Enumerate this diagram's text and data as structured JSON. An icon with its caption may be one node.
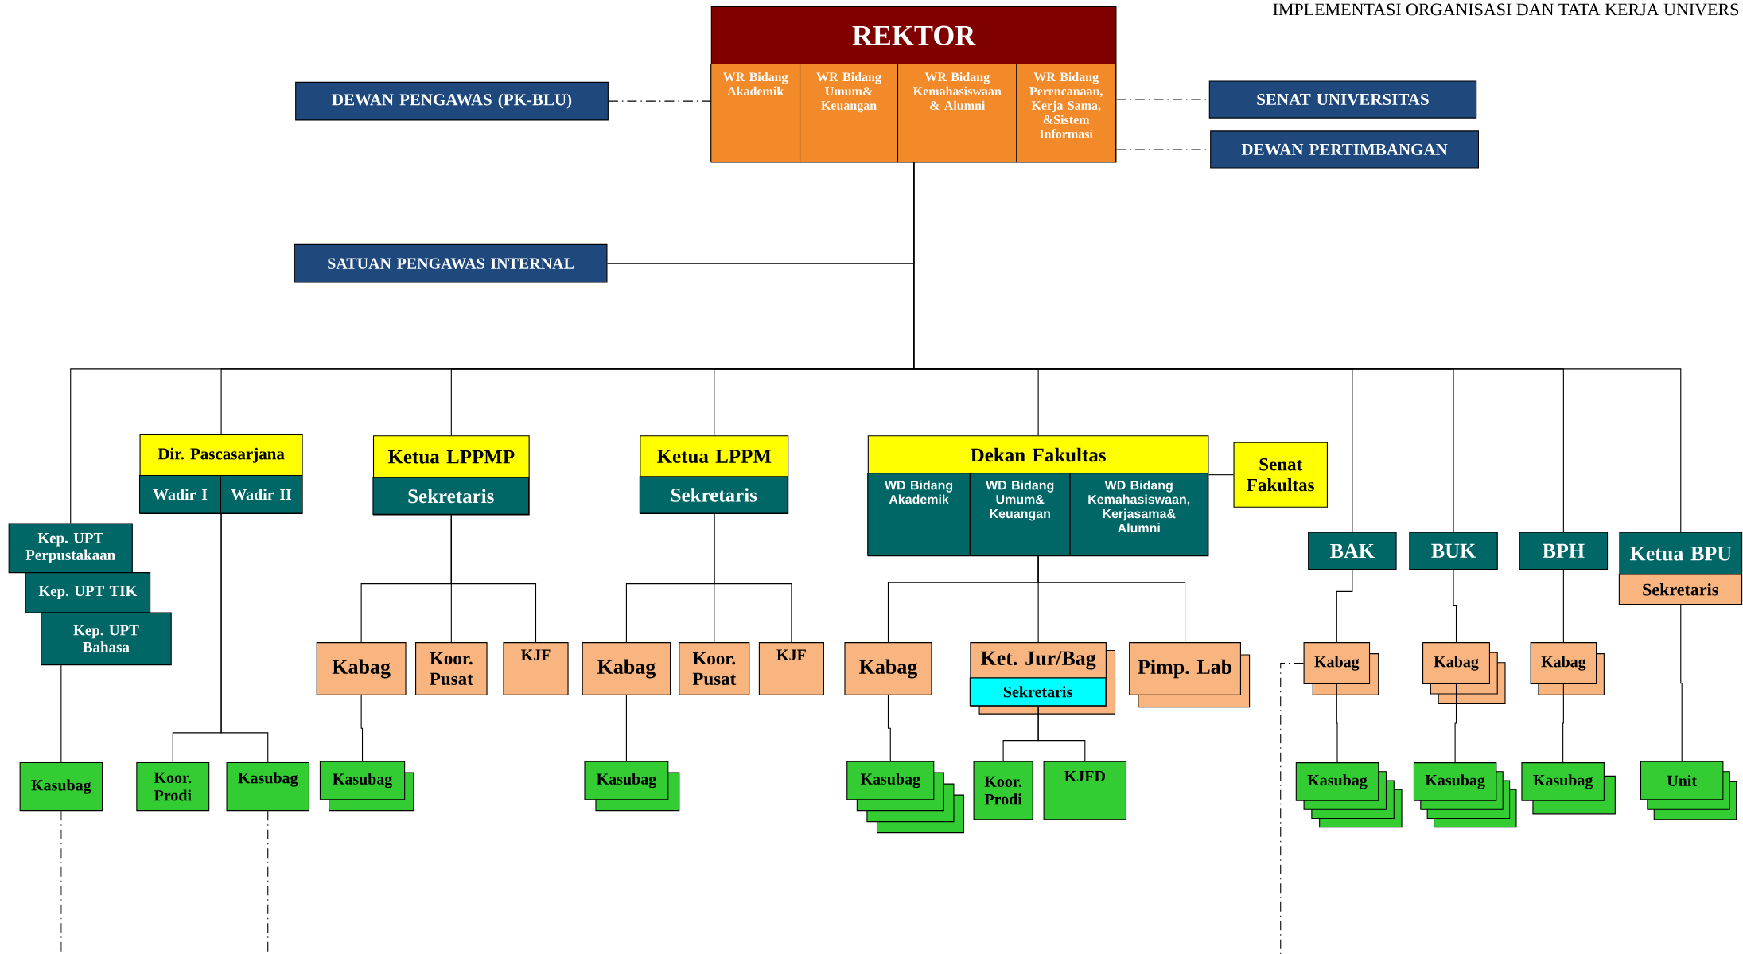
{
  "diagram": {
    "nodes": [
      {
        "text": [
          "REKTOR"
        ]
      },
      {
        "text": [
          "WR Bidang Akademik"
        ],
        "in": 0
      },
      {
        "text": [
          "WR Bidang Umum& Keuangan"
        ],
        "in": 0
      },
      {
        "text": [
          "WR Bidang Kemahasiswaan & Alumni"
        ],
        "in": 0
      },
      {
        "text": [
          "WR Bidang Perencanaan, Kerja Sama, &Sistem Informasi"
        ],
        "in": 0
      },
      {
        "text": [
          "DEWAN PENGAWAS (PK-BLU)"
        ]
      },
      {
        "text": [
          "SENAT UNIVERSITAS"
        ]
      },
      {
        "text": [
          "DEWAN PERTIMBANGAN"
        ]
      },
      {
        "text": [
          "SATUAN PENGAWAS INTERNAL"
        ]
      },
      {
        "text": [
          "Kep. UPT Perpustakaan"
        ]
      },
      {
        "text": [
          "Kep. UPT TIK"
        ]
      },
      {
        "text": [
          "Kep. UPT Bahasa"
        ]
      },
      {
        "text": [
          "Dir. Pascasarjana"
        ]
      },
      {
        "text": [
          "Wadir I"
        ],
        "in": 12
      },
      {
        "text": [
          "Wadir II"
        ],
        "in": 12
      },
      {
        "text": [
          "Ketua LPPMP"
        ]
      },
      {
        "text": [
          "Sekretaris"
        ],
        "in": 15
      },
      {
        "text": [
          "Ketua LPPM"
        ]
      },
      {
        "text": [
          "Sekretaris"
        ],
        "in": 17
      },
      {
        "text": [
          "Dekan Fakultas"
        ]
      },
      {
        "text": [
          "WD Bidang Akademik"
        ],
        "in": 19
      },
      {
        "text": [
          "WD Bidang Umum& Keuangan"
        ],
        "in": 19
      },
      {
        "text": [
          "WD Bidang Kemahasiswaan, Kerjasama& Alumni"
        ],
        "in": 19
      },
      {
        "text": [
          "Senat Fakultas"
        ]
      },
      {
        "text": [
          "BAK"
        ]
      },
      {
        "text": [
          "BUK"
        ]
      },
      {
        "text": [
          "BPH"
        ]
      },
      {
        "text": [
          "Ketua BPU"
        ]
      },
      {
        "text": [
          "Sekretaris"
        ],
        "in": 27
      },
      {
        "text": [
          "Kabag"
        ]
      },
      {
        "text": [
          "Koor. Pusat"
        ]
      },
      {
        "text": [
          "KJF"
        ]
      },
      {
        "text": [
          "Kabag"
        ]
      },
      {
        "text": [
          "Koor. Pusat"
        ]
      },
      {
        "text": [
          "KJF"
        ]
      },
      {
        "text": [
          "Kabag"
        ]
      },
      {
        "text": [
          "Ket. Jur/Bag"
        ]
      },
      {
        "text": [
          "Sekretaris"
        ],
        "in": 36
      },
      {
        "text": [
          "Pimp. Lab"
        ]
      },
      {
        "text": [
          "Kabag"
        ]
      },
      {
        "text": [
          "Kabag"
        ]
      },
      {
        "text": [
          "Kabag"
        ]
      },
      {
        "text": [
          "Kasubag"
        ]
      },
      {
        "text": [
          "Koor. Prodi"
        ]
      },
      {
        "text": [
          "Kasubag"
        ]
      },
      {
        "text": [
          "Kasubag"
        ]
      },
      {
        "text": [
          "Kasubag"
        ]
      },
      {
        "text": [
          "Kasubag"
        ]
      },
      {
        "text": [
          "Koor. Prodi"
        ]
      },
      {
        "text": [
          "KJFD"
        ]
      },
      {
        "text": [
          "Kasubag"
        ]
      },
      {
        "text": [
          "Kasubag"
        ]
      },
      {
        "text": [
          "Kasubag"
        ]
      },
      {
        "text": [
          "Unit"
        ]
      }
    ],
    "edges": [
      {
        "from": 5,
        "to": 0,
        "arrow": "none",
        "style": "dashed"
      },
      {
        "from": 0,
        "to": 6,
        "arrow": "none",
        "style": "dashed"
      },
      {
        "from": 0,
        "to": 7,
        "arrow": "none",
        "style": "dashed"
      },
      {
        "from": 0,
        "to": 8,
        "arrow": "none"
      },
      {
        "from": 0,
        "to": 9,
        "arrow": "none"
      },
      {
        "from": 0,
        "to": 12,
        "arrow": "none"
      },
      {
        "from": 0,
        "to": 15,
        "arrow": "none"
      },
      {
        "from": 0,
        "to": 17,
        "arrow": "none"
      },
      {
        "from": 0,
        "to": 19,
        "arrow": "none"
      },
      {
        "from": 0,
        "to": 24,
        "arrow": "none"
      },
      {
        "from": 0,
        "to": 25,
        "arrow": "none"
      },
      {
        "from": 0,
        "to": 26,
        "arrow": "none"
      },
      {
        "from": 0,
        "to": 27,
        "arrow": "none"
      },
      {
        "from": 11,
        "to": 42,
        "arrow": "none"
      },
      {
        "from": 12,
        "to": 43,
        "arrow": "none"
      },
      {
        "from": 12,
        "to": 44,
        "arrow": "none"
      },
      {
        "from": 15,
        "to": 29,
        "arrow": "none"
      },
      {
        "from": 15,
        "to": 30,
        "arrow": "none"
      },
      {
        "from": 15,
        "to": 31,
        "arrow": "none"
      },
      {
        "from": 29,
        "to": 45,
        "arrow": "none"
      },
      {
        "from": 17,
        "to": 32,
        "arrow": "none"
      },
      {
        "from": 17,
        "to": 33,
        "arrow": "none"
      },
      {
        "from": 17,
        "to": 34,
        "arrow": "none"
      },
      {
        "from": 32,
        "to": 46,
        "arrow": "none"
      },
      {
        "from": 19,
        "to": 35,
        "arrow": "none"
      },
      {
        "from": 19,
        "to": 36,
        "arrow": "none"
      },
      {
        "from": 19,
        "to": 38,
        "arrow": "none"
      },
      {
        "from": 19,
        "to": 23,
        "arrow": "none"
      },
      {
        "from": 36,
        "to": 48,
        "arrow": "none"
      },
      {
        "from": 36,
        "to": 49,
        "arrow": "none"
      },
      {
        "from": 35,
        "to": 47,
        "arrow": "none"
      },
      {
        "from": 24,
        "to": 39,
        "arrow": "none"
      },
      {
        "from": 39,
        "to": 50,
        "arrow": "none"
      },
      {
        "from": 25,
        "to": 40,
        "arrow": "none"
      },
      {
        "from": 40,
        "to": 51,
        "arrow": "none"
      },
      {
        "from": 26,
        "to": 41,
        "arrow": "none"
      },
      {
        "from": 41,
        "to": 52,
        "arrow": "none"
      },
      {
        "from": 27,
        "to": 53,
        "arrow": "none"
      },
      {
        "from": 42,
        "to": null,
        "arrow": "none",
        "style": "dashed"
      },
      {
        "from": 44,
        "to": null,
        "arrow": "none",
        "style": "dashed"
      },
      {
        "from": 39,
        "to": null,
        "arrow": "none",
        "style": "dashed"
      }
    ],
    "labels": [
      "IMPLEMENTASI ORGANISASI DAN TATA KERJA UNIVERS"
    ]
  }
}
